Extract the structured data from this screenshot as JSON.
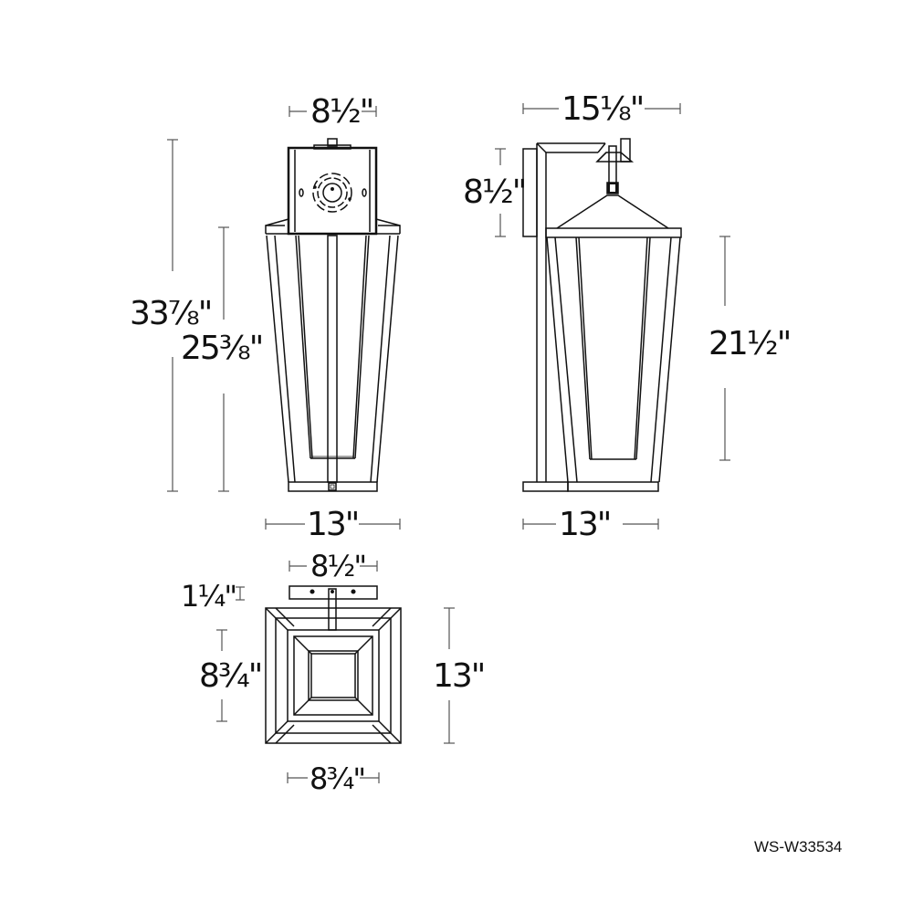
{
  "model_number": "WS-W33534",
  "views": {
    "front": {
      "dimensions": {
        "backplate_width": "8½\"",
        "overall_height": "33⅞\"",
        "lantern_height": "25⅜\"",
        "lantern_width": "13\""
      }
    },
    "side": {
      "dimensions": {
        "extension": "15⅛\"",
        "backplate_height": "8½\"",
        "lantern_body_height": "21½\"",
        "lantern_width": "13\""
      }
    },
    "top": {
      "dimensions": {
        "backplate_width": "8½\"",
        "backplate_depth": "1¼\"",
        "inner_depth": "8¾\"",
        "overall_depth": "13\"",
        "inner_width": "8¾\""
      }
    }
  },
  "colors": {
    "line": "#111111",
    "dim_line": "#555555",
    "background": "#ffffff"
  }
}
